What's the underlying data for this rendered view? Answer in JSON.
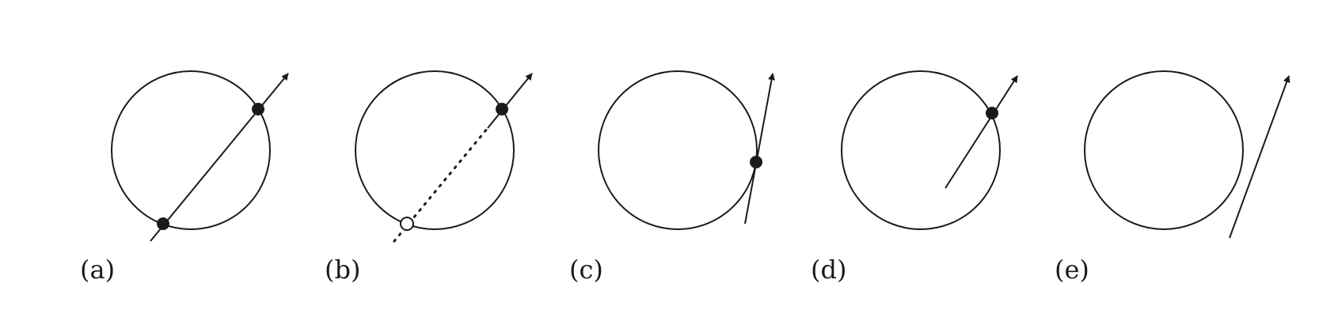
{
  "figure": {
    "stroke_color": "#1a1a1a",
    "background": "#ffffff",
    "panels": [
      {
        "label": "(a)",
        "case": "ray passes through circle",
        "entry_point": "filled",
        "exit_point": "filled",
        "ray_inside": "solid"
      },
      {
        "label": "(b)",
        "case": "ray origin inside circle, backward intersection",
        "entry_point": "hollow",
        "exit_point": "filled",
        "ray_inside": "dotted"
      },
      {
        "label": "(c)",
        "case": "ray tangent to circle",
        "tangent_point": "filled"
      },
      {
        "label": "(d)",
        "case": "ray origin inside circle",
        "exit_point": "filled",
        "ray_inside": "solid"
      },
      {
        "label": "(e)",
        "case": "ray misses circle"
      }
    ]
  }
}
